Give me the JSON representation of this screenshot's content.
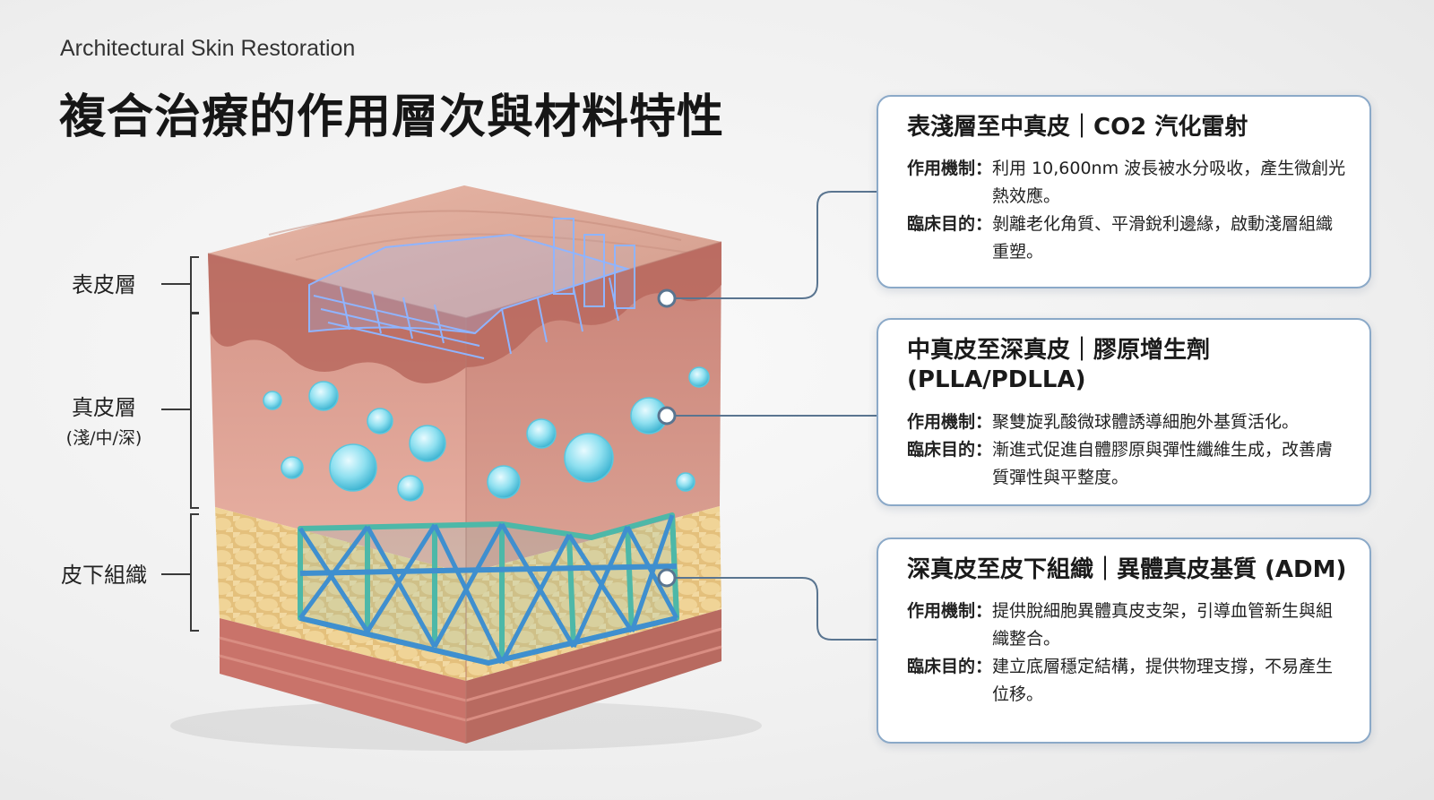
{
  "subtitle": "Architectural Skin Restoration",
  "title": "複合治療的作用層次與材料特性",
  "layers": [
    {
      "label": "表皮層",
      "sub": ""
    },
    {
      "label": "真皮層",
      "sub": "(淺/中/深)"
    },
    {
      "label": "皮下組織",
      "sub": ""
    }
  ],
  "cards": [
    {
      "title": "表淺層至中真皮｜CO2 汽化雷射",
      "mech_key": "作用機制：",
      "mech_val": "利用 10,600nm 波長被水分吸收，產生微創光熱效應。",
      "goal_key": "臨床目的：",
      "goal_val": "剝離老化角質、平滑銳利邊緣，啟動淺層組織重塑。"
    },
    {
      "title": "中真皮至深真皮｜膠原增生劑 (PLLA/PDLLA)",
      "mech_key": "作用機制：",
      "mech_val": "聚雙旋乳酸微球體誘導細胞外基質活化。",
      "goal_key": "臨床目的：",
      "goal_val": "漸進式促進自體膠原與彈性纖維生成，改善膚質彈性與平整度。"
    },
    {
      "title": "深真皮至皮下組織｜異體真皮基質 (ADM)",
      "mech_key": "作用機制：",
      "mech_val": "提供脫細胞異體真皮支架，引導血管新生與組織整合。",
      "goal_key": "臨床目的：",
      "goal_val": "建立底層穩定結構，提供物理支撐，不易產生位移。"
    }
  ],
  "colors": {
    "card_border": "#8ba9c8",
    "connector": "#5a7590",
    "grid": "#8fb4ff",
    "sphere": "#6fd6ea",
    "scaffold_front": "#3f8fcf",
    "scaffold_back": "#4db8a8",
    "epidermis": "#d49a8a",
    "dermis": "#e2aa9c",
    "fat": "#e9c98a"
  }
}
